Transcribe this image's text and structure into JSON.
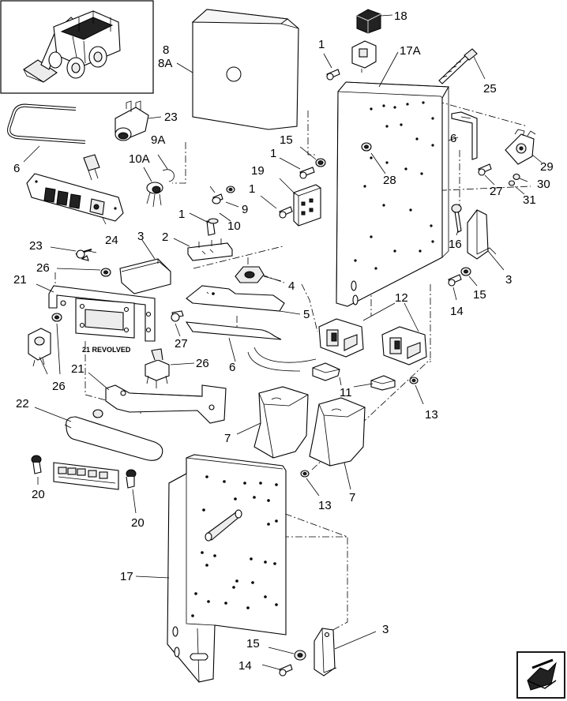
{
  "diagram": {
    "callouts": [
      {
        "id": "c-8",
        "text": "8"
      },
      {
        "id": "c-8a",
        "text": "8A"
      },
      {
        "id": "c-18",
        "text": "18"
      },
      {
        "id": "c-1a",
        "text": "1"
      },
      {
        "id": "c-17a",
        "text": "17A"
      },
      {
        "id": "c-25",
        "text": "25"
      },
      {
        "id": "c-23a",
        "text": "23"
      },
      {
        "id": "c-6a",
        "text": "6"
      },
      {
        "id": "c-9a",
        "text": "9A"
      },
      {
        "id": "c-10a",
        "text": "10A"
      },
      {
        "id": "c-15a",
        "text": "15"
      },
      {
        "id": "c-1b",
        "text": "1"
      },
      {
        "id": "c-19",
        "text": "19"
      },
      {
        "id": "c-28",
        "text": "28"
      },
      {
        "id": "c-6b",
        "text": "6"
      },
      {
        "id": "c-29",
        "text": "29"
      },
      {
        "id": "c-27a",
        "text": "27"
      },
      {
        "id": "c-30",
        "text": "30"
      },
      {
        "id": "c-31",
        "text": "31"
      },
      {
        "id": "c-1c",
        "text": "1"
      },
      {
        "id": "c-9",
        "text": "9"
      },
      {
        "id": "c-10",
        "text": "10"
      },
      {
        "id": "c-1d",
        "text": "1"
      },
      {
        "id": "c-24",
        "text": "24"
      },
      {
        "id": "c-23b",
        "text": "23"
      },
      {
        "id": "c-3a",
        "text": "3"
      },
      {
        "id": "c-2",
        "text": "2"
      },
      {
        "id": "c-16",
        "text": "16"
      },
      {
        "id": "c-26a",
        "text": "26"
      },
      {
        "id": "c-21a",
        "text": "21"
      },
      {
        "id": "c-4",
        "text": "4"
      },
      {
        "id": "c-3b",
        "text": "3"
      },
      {
        "id": "c-15b",
        "text": "15"
      },
      {
        "id": "c-14a",
        "text": "14"
      },
      {
        "id": "c-5",
        "text": "5"
      },
      {
        "id": "c-12",
        "text": "12"
      },
      {
        "id": "c-27b",
        "text": "27"
      },
      {
        "id": "c-6c",
        "text": "6"
      },
      {
        "id": "c-26b",
        "text": "26"
      },
      {
        "id": "c-26c",
        "text": "26"
      },
      {
        "id": "c-21b",
        "text": "21"
      },
      {
        "id": "c-11",
        "text": "11"
      },
      {
        "id": "c-13a",
        "text": "13"
      },
      {
        "id": "c-22",
        "text": "22"
      },
      {
        "id": "c-7a",
        "text": "7"
      },
      {
        "id": "c-20a",
        "text": "20"
      },
      {
        "id": "c-20b",
        "text": "20"
      },
      {
        "id": "c-13b",
        "text": "13"
      },
      {
        "id": "c-7b",
        "text": "7"
      },
      {
        "id": "c-17",
        "text": "17"
      },
      {
        "id": "c-3c",
        "text": "3"
      },
      {
        "id": "c-15c",
        "text": "15"
      },
      {
        "id": "c-14b",
        "text": "14"
      }
    ],
    "revolved_label": "21 REVOLVED"
  }
}
